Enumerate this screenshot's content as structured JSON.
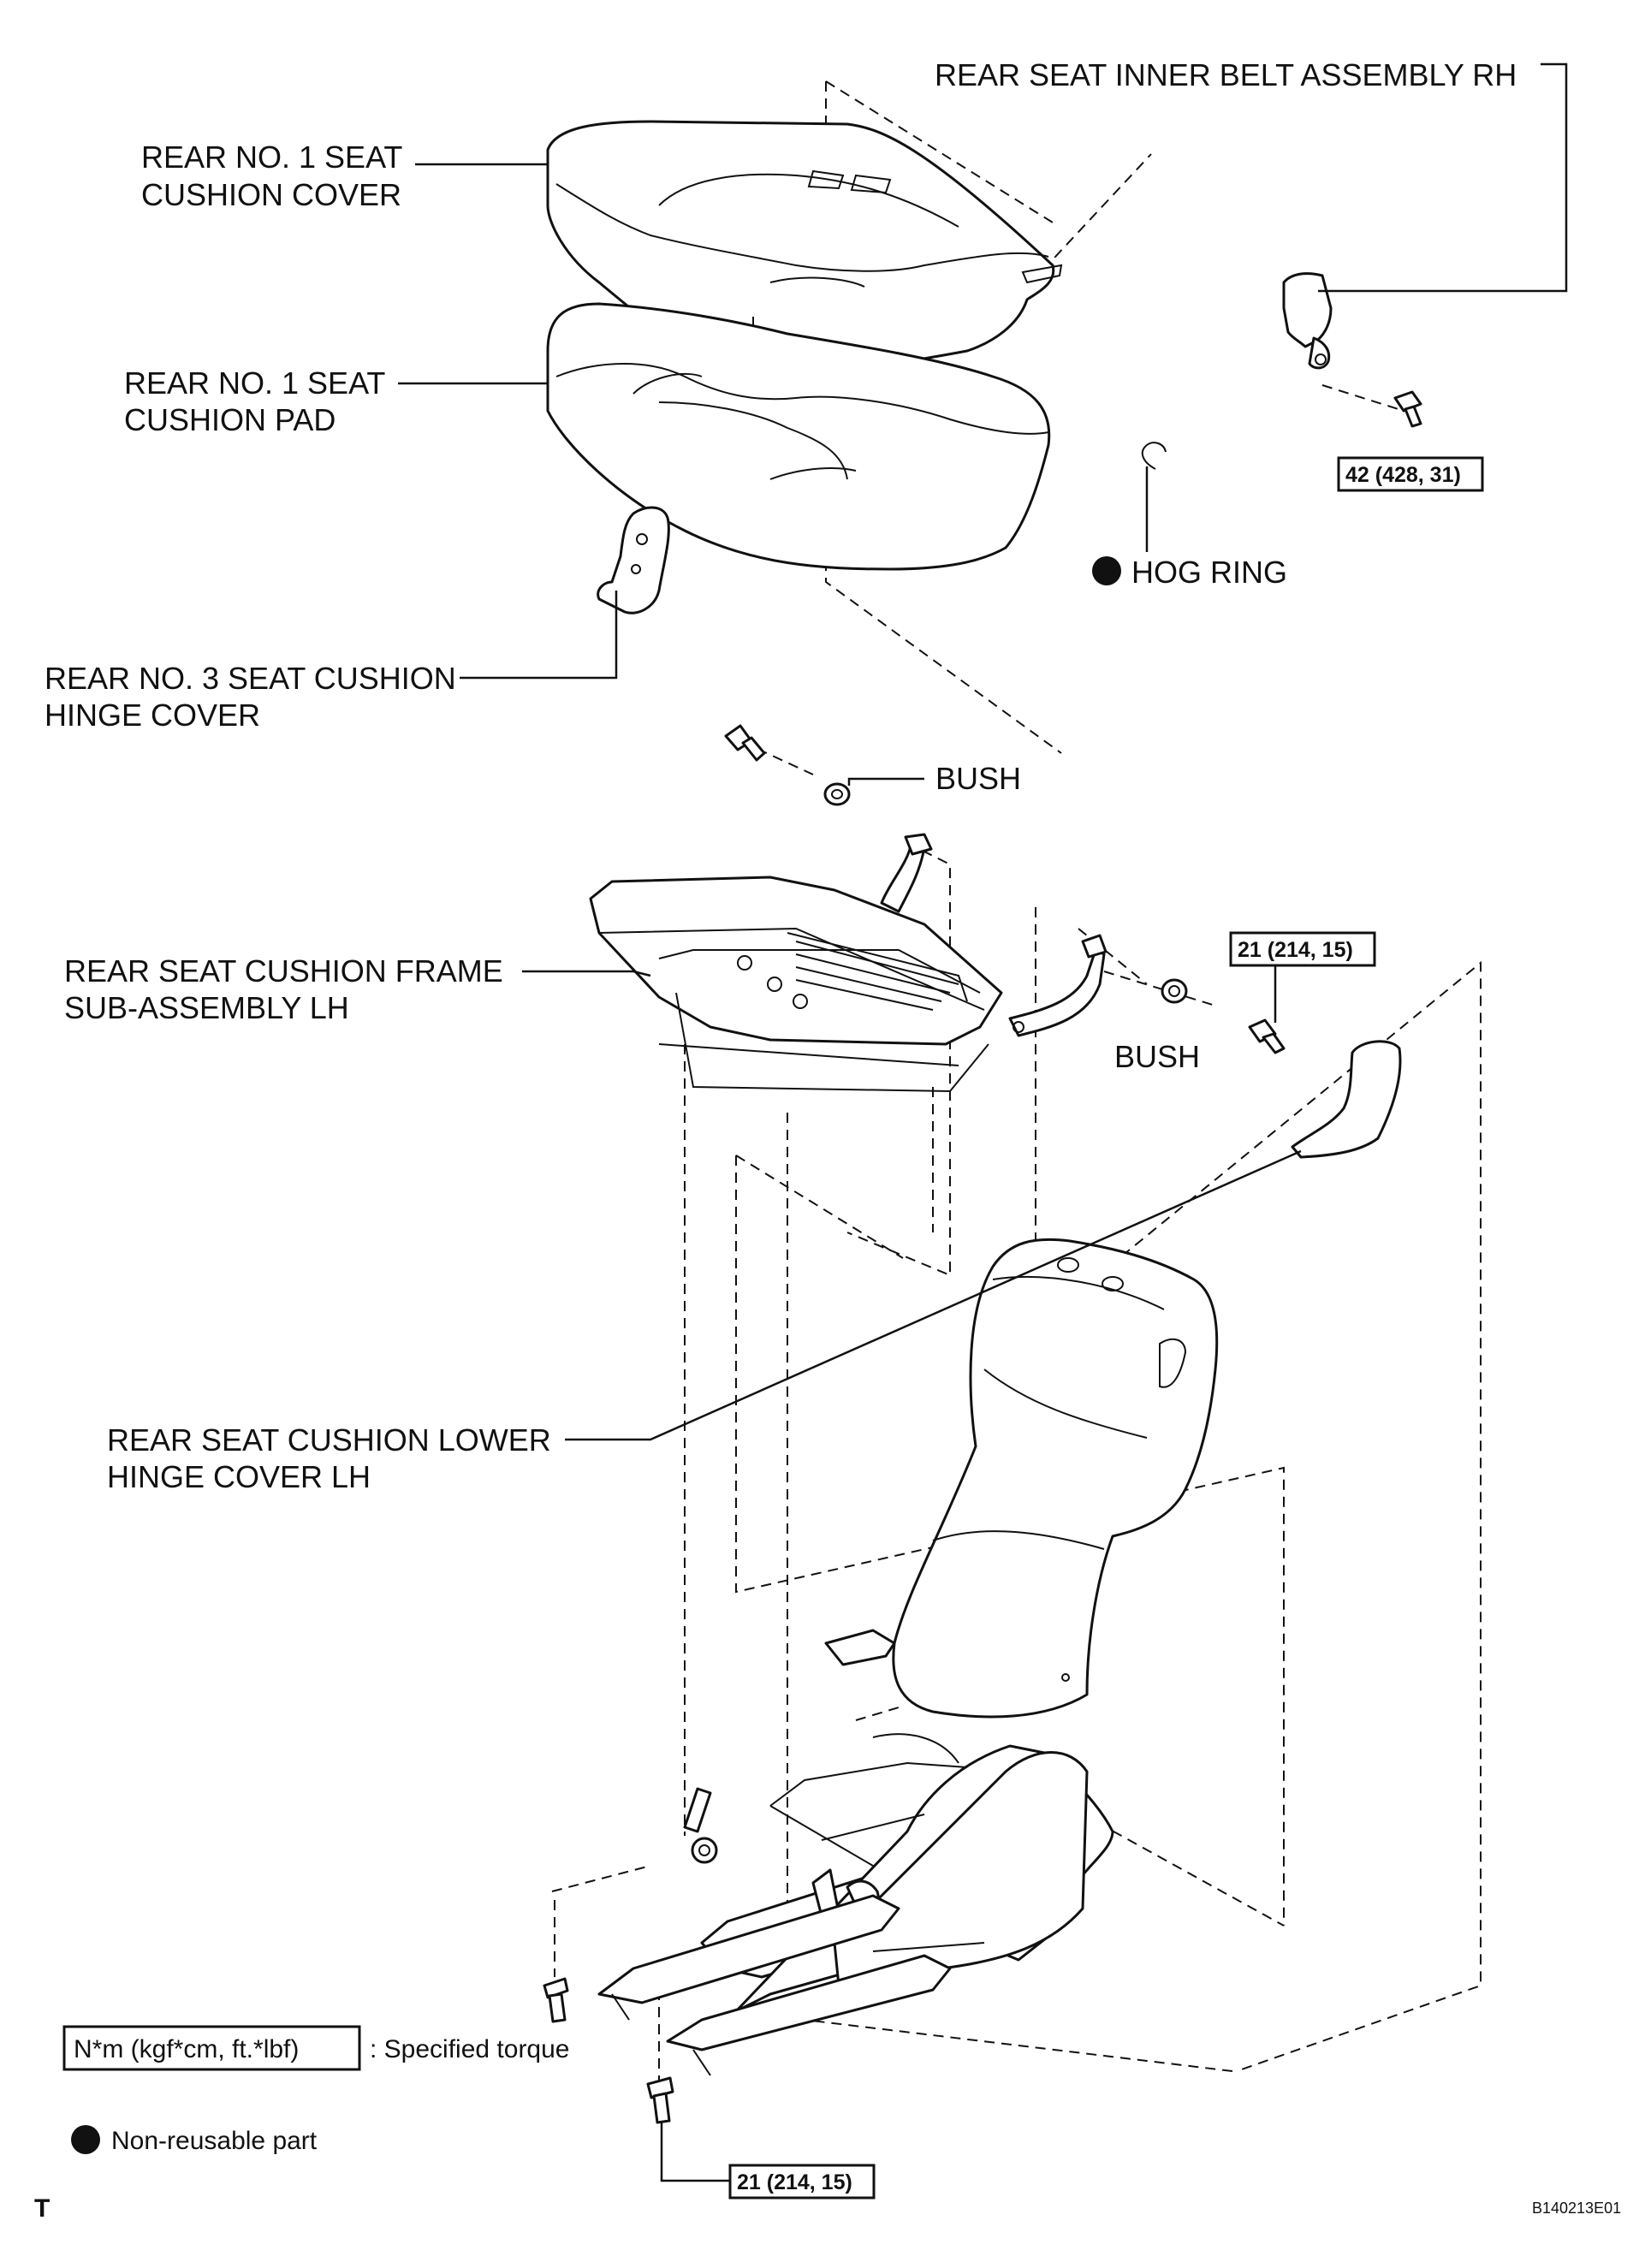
{
  "labels": {
    "inner_belt": "REAR SEAT INNER BELT ASSEMBLY RH",
    "cushion_cover_1": "REAR NO. 1 SEAT",
    "cushion_cover_2": "CUSHION COVER",
    "cushion_pad_1": "REAR NO. 1 SEAT",
    "cushion_pad_2": "CUSHION PAD",
    "hog_ring": "HOG RING",
    "hinge_cover3_1": "REAR NO. 3 SEAT CUSHION",
    "hinge_cover3_2": "HINGE COVER",
    "bush_top": "BUSH",
    "frame_1": "REAR SEAT CUSHION FRAME",
    "frame_2": "SUB-ASSEMBLY LH",
    "bush_right": "BUSH",
    "lower_hinge_1": "REAR SEAT CUSHION LOWER",
    "lower_hinge_2": "HINGE COVER LH"
  },
  "torques": {
    "belt_bolt": "42 (428, 31)",
    "frame_bolt": "21 (214, 15)",
    "bottom_bolt": "21 (214, 15)"
  },
  "legend": {
    "torque_unit": "N*m (kgf*cm, ft.*lbf)",
    "torque_desc": ": Specified torque",
    "non_reusable": "Non-reusable part"
  },
  "corner_mark": "T",
  "figure_id": "B140213E01"
}
